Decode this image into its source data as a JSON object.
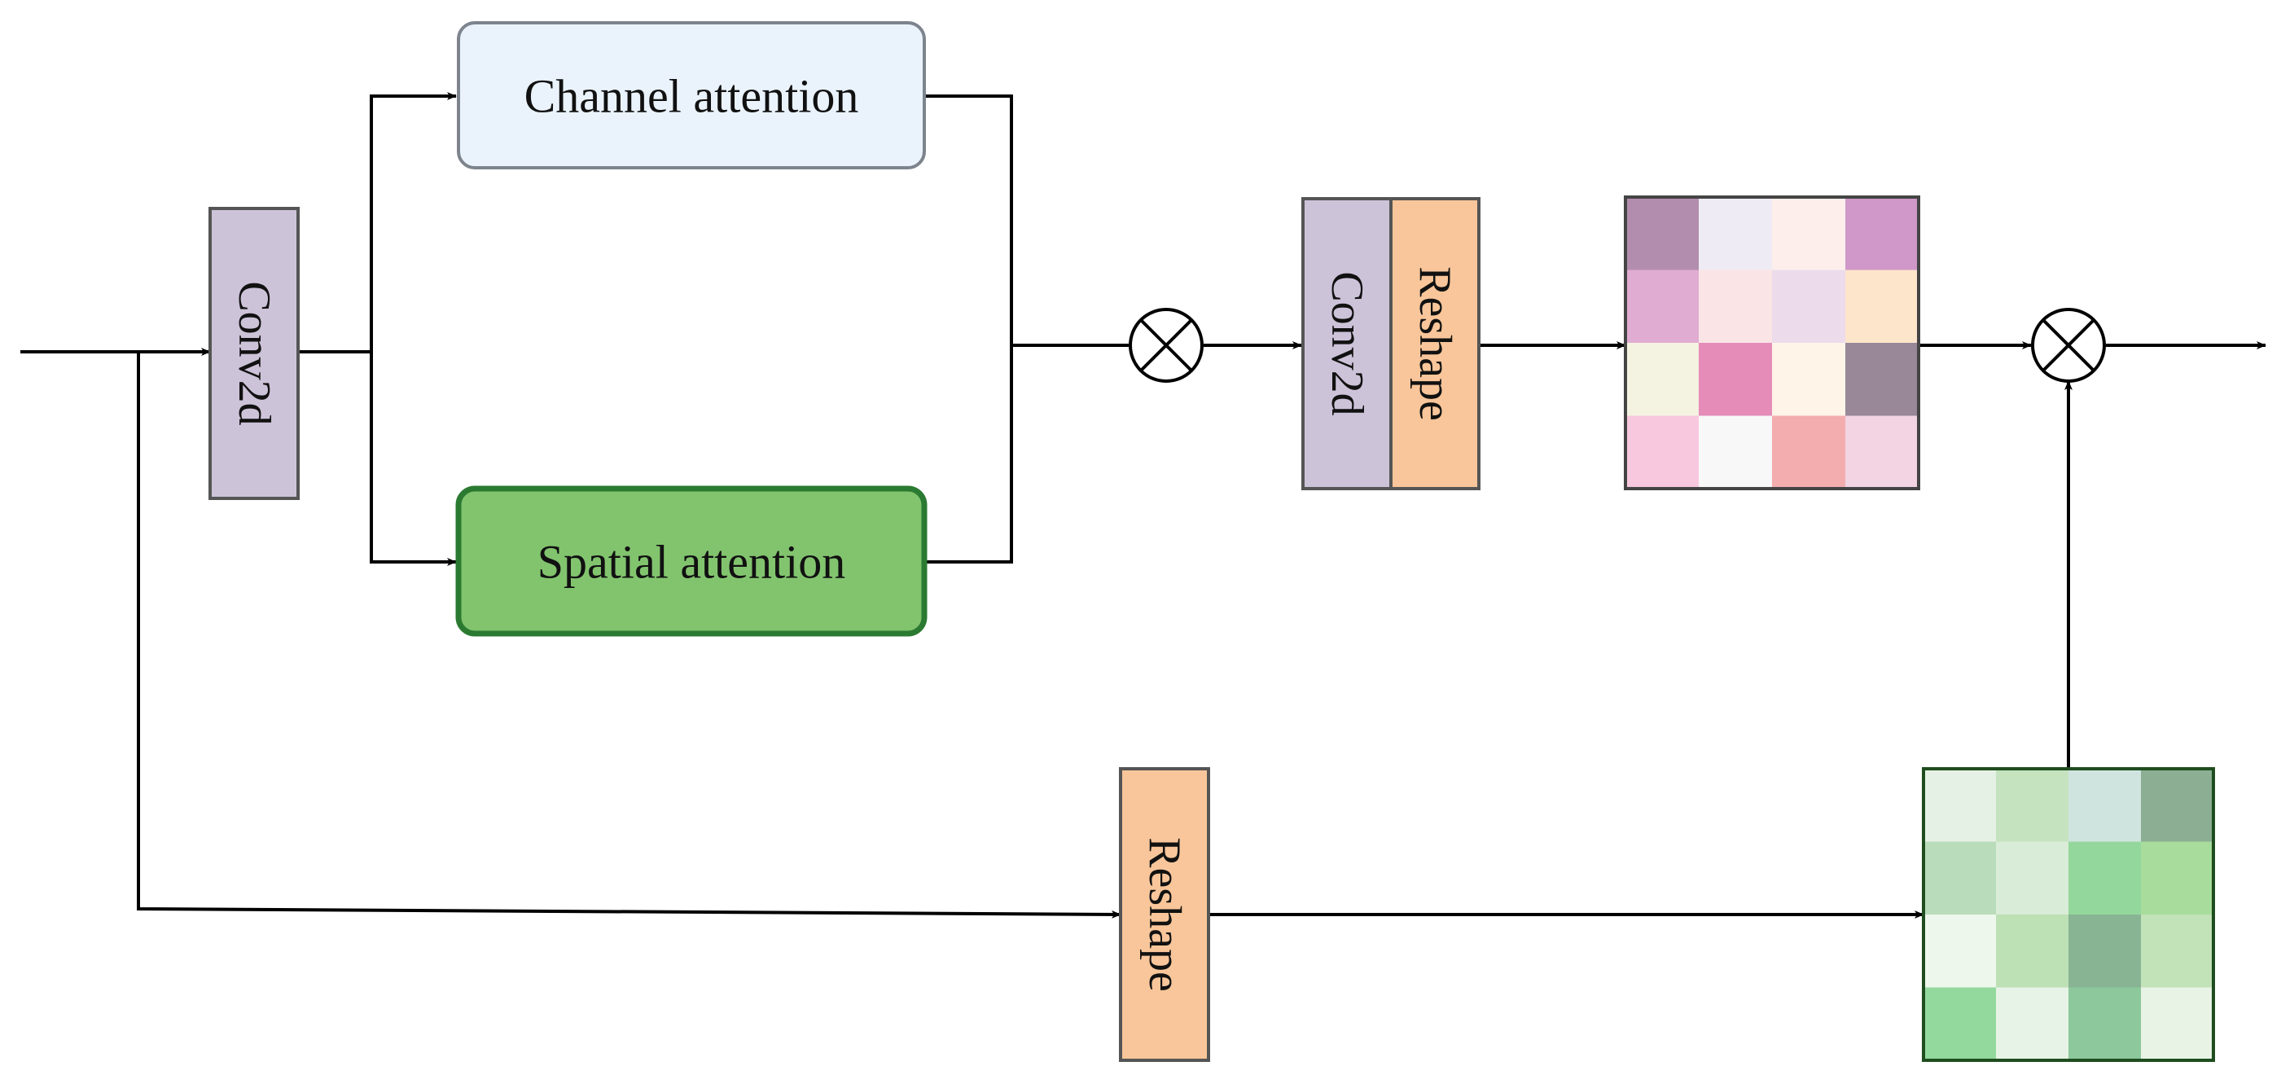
{
  "blocks": {
    "conv2d_1": {
      "label": "Conv2d",
      "fill": "#cdc3d9"
    },
    "channel_attention": {
      "label": "Channel attention",
      "fill": "#eaf3fb"
    },
    "spatial_attention": {
      "label": "Spatial attention",
      "fill": "#82c46e"
    },
    "conv2d_2": {
      "label": "Conv2d",
      "fill": "#cdc3d9"
    },
    "reshape_1": {
      "label": "Reshape",
      "fill": "#f8c69a"
    },
    "reshape_2": {
      "label": "Reshape",
      "fill": "#f8c69a"
    }
  },
  "operators": {
    "multiply_1": {
      "symbol": "⊗"
    },
    "multiply_2": {
      "symbol": "⊗"
    }
  },
  "matrices": {
    "pink": {
      "cells": [
        [
          "#b28dad",
          "#eeebf4",
          "#fdeeec",
          "#cf98c8"
        ],
        [
          "#e0acd1",
          "#fbe4e6",
          "#ecdceb",
          "#fde5cb"
        ],
        [
          "#f4f3e1",
          "#e58cb8",
          "#fef4e8",
          "#988898"
        ],
        [
          "#f8c8df",
          "#f8f8f8",
          "#f3adae",
          "#f2d4e2"
        ]
      ]
    },
    "green": {
      "cells": [
        [
          "#e6f1e6",
          "#c5e3bf",
          "#cfe4df",
          "#8caf94"
        ],
        [
          "#b9dcba",
          "#d9ecd7",
          "#94d79c",
          "#a8dc9c"
        ],
        [
          "#eef7ec",
          "#bde0b5",
          "#88b494",
          "#c2e2b7"
        ],
        [
          "#93d89c",
          "#e7f3e6",
          "#8cc89c",
          "#e8f3e6"
        ]
      ]
    }
  }
}
